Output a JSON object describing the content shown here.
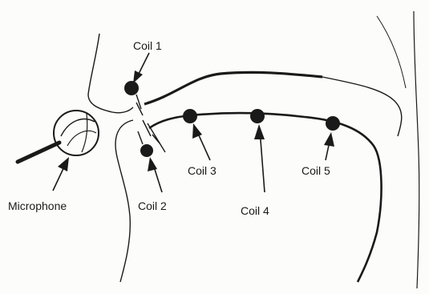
{
  "labels": {
    "coil1": "Coil 1",
    "coil2": "Coil 2",
    "coil3": "Coil 3",
    "coil4": "Coil 4",
    "coil5": "Coil 5",
    "microphone": "Microphone"
  },
  "colors": {
    "ink": "#1a1a1a",
    "paper": "#fcfcfa"
  }
}
